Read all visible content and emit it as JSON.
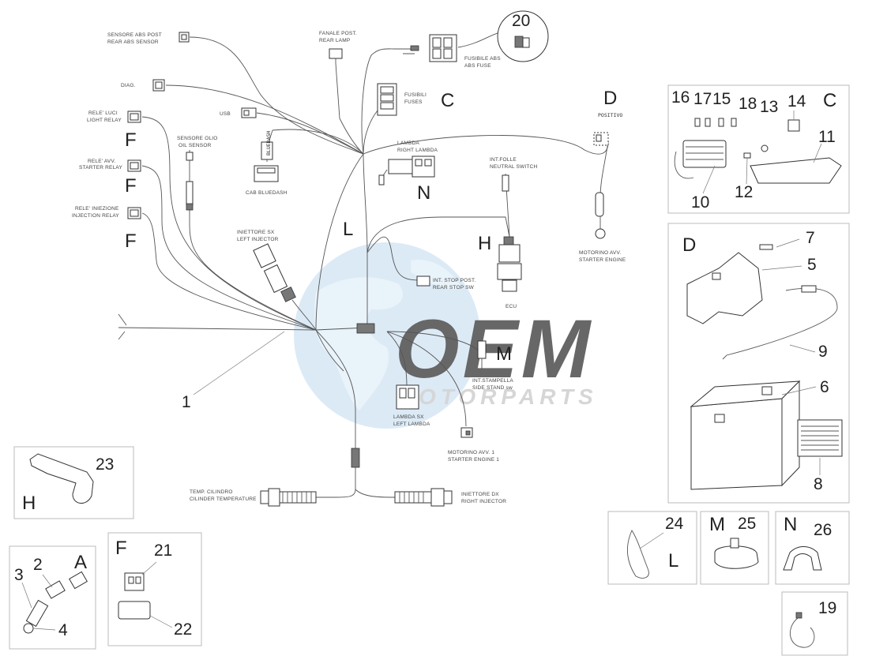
{
  "watermark": {
    "brand": "OEM",
    "sub": "OTORPARTS",
    "brand_color": "#4a4a4a",
    "globe_color": "#a9cdea"
  },
  "labels": {
    "rear_abs_sensor": [
      "SENSORE ABS POST",
      "REAR ABS SENSOR"
    ],
    "diag": [
      "DIAG."
    ],
    "light_relay": [
      "RELE' LUCI",
      "LIGHT RELAY"
    ],
    "starter_relay": [
      "RELE' AVV.",
      "STARTER RELAY"
    ],
    "injection_relay": [
      "RELE' INIEZIONE",
      "INJECTION RELAY"
    ],
    "usb": [
      "USB"
    ],
    "oil_sensor": [
      "SENSORE OLIO",
      "OIL SENSOR"
    ],
    "rear_lamp": [
      "FANALE POST.",
      "REAR LAMP"
    ],
    "abs_fuse": [
      "FUSIBILE ABS",
      "ABS FUSE"
    ],
    "fuses": [
      "FUSIBILI",
      "FUSES"
    ],
    "cab_bluedash": [
      "CAB BLUEDASH"
    ],
    "right_lambda": [
      "LAMBDA",
      "RIGHT LAMBDA"
    ],
    "neutral_switch": [
      "INT.FOLLE",
      "NEUTRAL SWITCH"
    ],
    "positive": [
      "POSITIVO"
    ],
    "starter_engine": [
      "MOTORINO AVV.",
      "STARTER ENGINE"
    ],
    "left_injector": [
      "INIETTORE SX",
      "LEFT INJECTOR"
    ],
    "rear_stop_sw": [
      "INT. STOP POST.",
      "REAR STOP SW"
    ],
    "ecu": [
      "ECU"
    ],
    "side_stand": [
      "INT.STAMPELLA",
      "SIDE STAND sw"
    ],
    "left_lambda": [
      "LAMBDA  SX",
      "LEFT LAMBDA"
    ],
    "starter_engine_1": [
      "MOTORINO AVV. 1",
      "STARTER ENGINE 1"
    ],
    "cyl_temp": [
      "TEMP. CILINDRO",
      "CILINDER TEMPERATURE"
    ],
    "right_injector": [
      "INIETTORE DX",
      "RIGHT INJECTOR"
    ],
    "bluedash_tag": "BLUEDASH"
  },
  "callouts": {
    "n1": "1",
    "n2": "2",
    "n3": "3",
    "n4": "4",
    "n5": "5",
    "n6": "6",
    "n7": "7",
    "n8": "8",
    "n9": "9",
    "n10": "10",
    "n11": "11",
    "n12": "12",
    "n13": "13",
    "n14": "14",
    "n15": "15",
    "n16": "16",
    "n17": "17",
    "n18": "18",
    "n19": "19",
    "n20": "20",
    "n21": "21",
    "n22": "22",
    "n23": "23",
    "n24": "24",
    "n25": "25",
    "n26": "26"
  },
  "letters": {
    "A": "A",
    "C": "C",
    "D": "D",
    "F": "F",
    "H": "H",
    "L": "L",
    "M": "M",
    "N": "N"
  }
}
